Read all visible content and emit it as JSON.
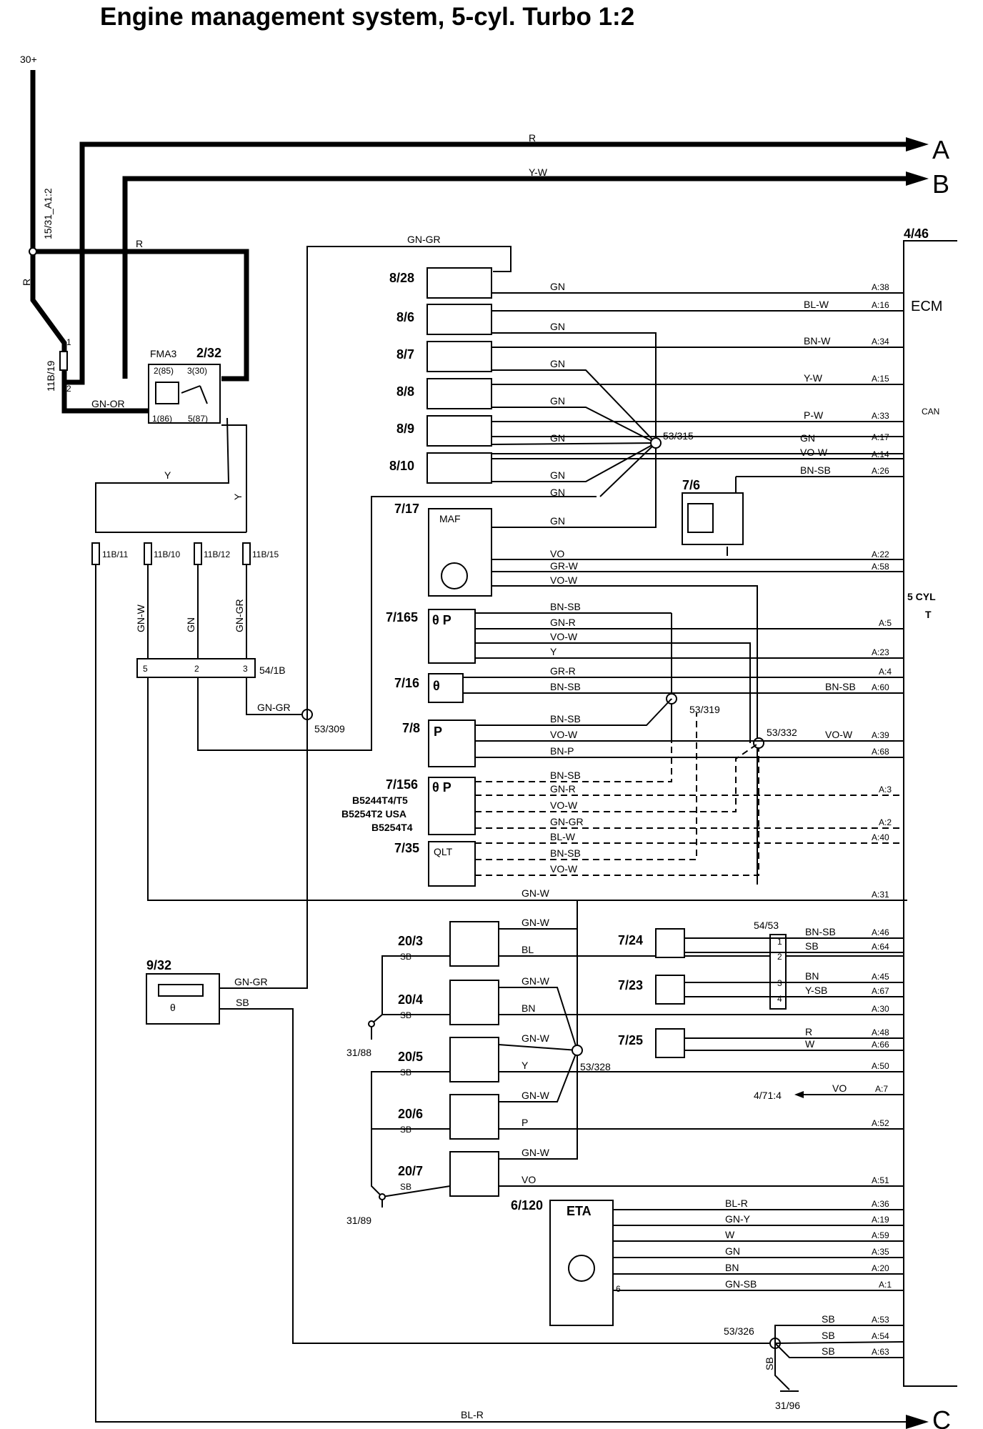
{
  "title": "Engine management system, 5-cyl. Turbo 1:2",
  "supply": "30+",
  "outputs": [
    "A",
    "B",
    "C"
  ],
  "ecm": {
    "id": "4/46",
    "name": "ECM",
    "can": "CAN",
    "variant": "5 CYL",
    "variant2": "T"
  },
  "labels": {
    "s1531": "15/31_A1:2",
    "f11b19": "11B/19",
    "fma3": "FMA3",
    "relay": "2/32",
    "p285": "2(85)",
    "p330": "3(30)",
    "p186": "1(86)",
    "p587": "5(87)",
    "f11b11": "11B/11",
    "f11b10": "11B/10",
    "f11b12": "11B/12",
    "f11b15": "11B/15",
    "c541b": "54/1B",
    "s53309": "53/309",
    "s53315": "53/315",
    "s53319": "53/319",
    "s53332": "53/332",
    "s53328": "53/328",
    "s53326": "53/326",
    "inj828": "8/28",
    "inj86": "8/6",
    "inj87": "8/7",
    "inj88": "8/8",
    "inj89": "8/9",
    "inj810": "8/10",
    "maf": "7/17",
    "maf_txt": "MAF",
    "c76": "7/6",
    "c7165": "7/165",
    "c716": "7/16",
    "c78": "7/8",
    "c7156": "7/156",
    "var1": "B5244T4/T5",
    "var2": "B5254T2 USA",
    "var3": "B5254T4",
    "c735": "7/35",
    "qlt": "QLT",
    "c932": "9/32",
    "c724": "7/24",
    "c723": "7/23",
    "c725": "7/25",
    "c5453": "54/53",
    "coil203": "20/3",
    "coil204": "20/4",
    "coil205": "20/5",
    "coil206": "20/6",
    "coil207": "20/7",
    "g3188": "31/88",
    "g3189": "31/89",
    "g3196": "31/96",
    "eta_id": "6/120",
    "eta": "ETA",
    "out471": "4/71:4",
    "theta": "θ",
    "theta_p": "θ P",
    "p": "P"
  },
  "wires": {
    "R": "R",
    "YW": "Y-W",
    "GNGR": "GN-GR",
    "GN": "GN",
    "GNOR": "GN-OR",
    "Y": "Y",
    "GNW": "GN-W",
    "BLW": "BL-W",
    "BNW": "BN-W",
    "PW": "P-W",
    "VOW": "VO-W",
    "BNSB": "BN-SB",
    "VO": "VO",
    "GRW": "GR-W",
    "GNR": "GN-R",
    "GRR": "GR-R",
    "BNP": "BN-P",
    "SB": "SB",
    "BL": "BL",
    "BN": "BN",
    "P": "P",
    "W": "W",
    "YSB": "Y-SB",
    "BLR": "BL-R",
    "GNY": "GN-Y",
    "GNSB": "GN-SB"
  },
  "pins": {
    "A38": "A:38",
    "A16": "A:16",
    "A34": "A:34",
    "A15": "A:15",
    "A33": "A:33",
    "A17": "A:17",
    "A14": "A:14",
    "A26": "A:26",
    "A22": "A:22",
    "A58": "A:58",
    "A5": "A:5",
    "A23": "A:23",
    "A4": "A:4",
    "A60": "A:60",
    "A39": "A:39",
    "A68": "A:68",
    "A3": "A:3",
    "A2": "A:2",
    "A40": "A:40",
    "A31": "A:31",
    "A46": "A:46",
    "A64": "A:64",
    "A45": "A:45",
    "A67": "A:67",
    "A30": "A:30",
    "A48": "A:48",
    "A66": "A:66",
    "A50": "A:50",
    "A7": "A:7",
    "A52": "A:52",
    "A51": "A:51",
    "A36": "A:36",
    "A19": "A:19",
    "A59": "A:59",
    "A35": "A:35",
    "A20": "A:20",
    "A1": "A:1",
    "A53": "A:53",
    "A54": "A:54",
    "A63": "A:63"
  },
  "numbers": {
    "n1": "1",
    "n2": "2",
    "n3": "3",
    "n4": "4",
    "n5": "5",
    "n6": "6"
  }
}
